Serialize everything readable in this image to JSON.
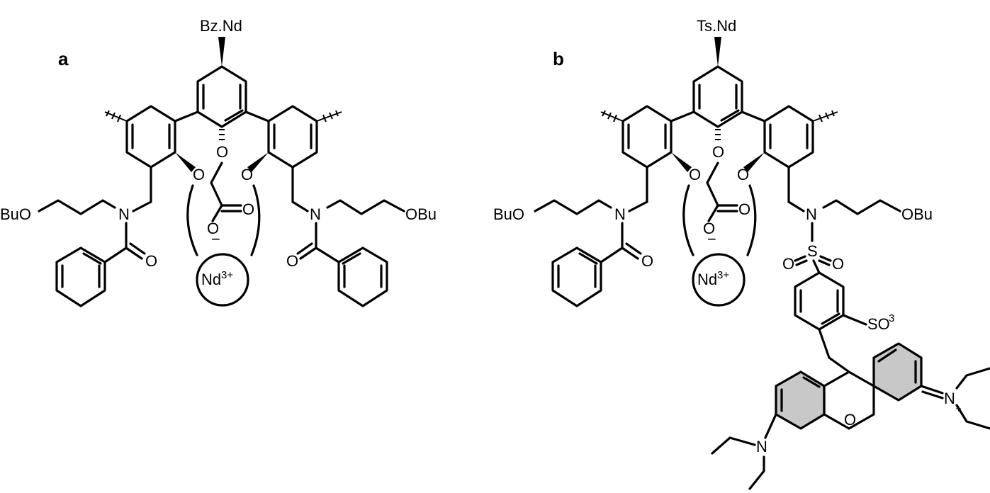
{
  "panels": [
    {
      "label": "a",
      "top_group": "Bz.Nd",
      "amide_o_left": "O",
      "amide_o_right": "O",
      "ether_o_left": "O",
      "ether_o_center": "O",
      "ether_o_right": "O",
      "carboxylate_o": "O",
      "carboxylate_o_minus": "O",
      "minus_sign": "−",
      "n_left": "N",
      "n_right": "N",
      "obn_left": "BuO",
      "obn_right": "OBu",
      "metal": "Nd",
      "metal_charge": "3+"
    },
    {
      "label": "b",
      "top_group": "Ts.Nd",
      "amide_o_left": "O",
      "ether_o_left": "O",
      "ether_o_center": "O",
      "ether_o_right": "O",
      "carboxylate_o": "O",
      "carboxylate_o_minus": "O",
      "minus_sign": "−",
      "n_left": "N",
      "n_right": "N",
      "obn_left": "BuO",
      "obn_right": "OBu",
      "sulfonyl_s": "S",
      "sulfonyl_o_left": "O",
      "sulfonyl_o_right": "O",
      "so3": "SO",
      "so3_sub": "3",
      "xanthene_o": "O",
      "iminium_n": "N",
      "iminium_charge": "+",
      "amine_n": "N",
      "metal": "Nd",
      "metal_charge": "3+"
    }
  ]
}
